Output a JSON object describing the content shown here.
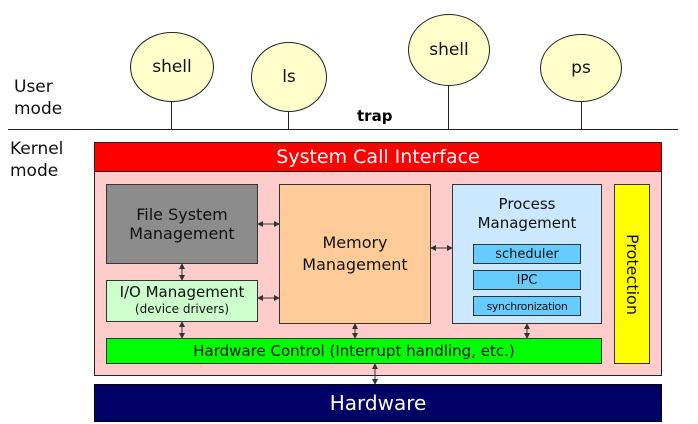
{
  "user_mode": {
    "line1": "User",
    "line2": "mode"
  },
  "kernel_mode": {
    "line1": "Kernel",
    "line2": "mode"
  },
  "processes": [
    "shell",
    "ls",
    "shell",
    "ps"
  ],
  "trap_label": "trap",
  "syscall_interface": "System Call Interface",
  "fs_management": {
    "line1": "File System",
    "line2": "Management"
  },
  "io_management": {
    "line1": "I/O Management",
    "line2": "(device drivers)"
  },
  "memory_management": {
    "line1": "Memory",
    "line2": "Management"
  },
  "process_management": {
    "line1": "Process",
    "line2": "Management",
    "sub": [
      "scheduler",
      "IPC",
      "synchronization"
    ]
  },
  "protection": "Protection",
  "hardware_control": "Hardware Control (Interrupt handling, etc.)",
  "hardware": "Hardware",
  "colors": {
    "bubble": "#ffffcc",
    "syscall": "#ff0000",
    "kernel_bg": "#ffcccc",
    "fs": "#8c8c8c",
    "io": "#ccffcc",
    "memory": "#ffcc99",
    "process": "#cce8ff",
    "process_sub": "#66ccff",
    "protection": "#ffff00",
    "hw_control": "#00ff00",
    "hardware": "#000066",
    "trap": "#cc0000"
  }
}
